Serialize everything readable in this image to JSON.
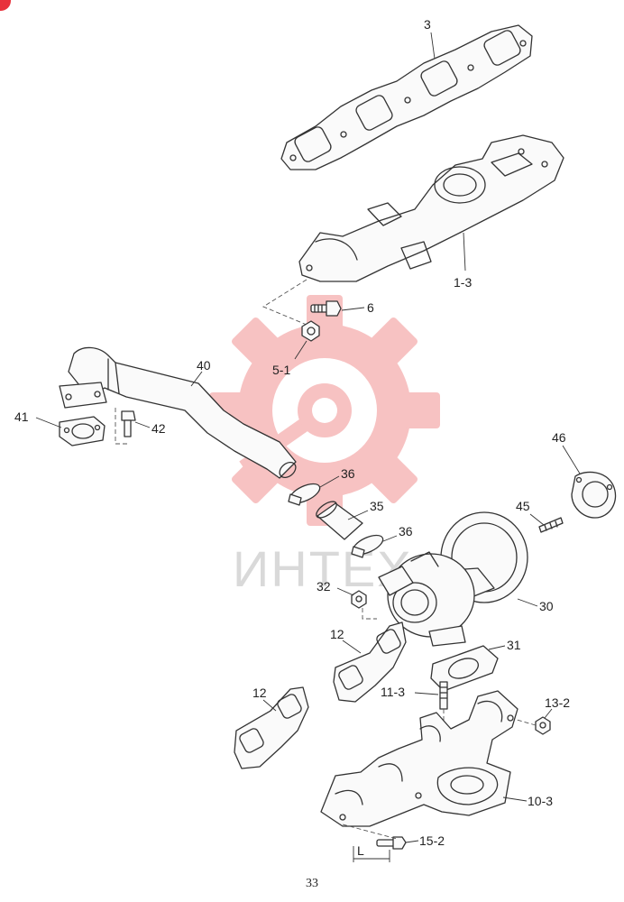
{
  "page": {
    "number": "33"
  },
  "watermark": {
    "text": "ИНТЕХ",
    "logo_color": "#f6b8b8",
    "text_color": "#d9d9d9"
  },
  "callouts": {
    "gasket_3": "3",
    "manifold_1_3": "1-3",
    "bolt_6": "6",
    "nut_5_1": "5-1",
    "pipe_40": "40",
    "gasket_41": "41",
    "bolt_42": "42",
    "clamp_36_upper": "36",
    "hose_35": "35",
    "clamp_36_lower": "36",
    "gasket_46": "46",
    "stud_45": "45",
    "nut_32": "32",
    "turbo_30": "30",
    "gasket_12_right": "12",
    "gasket_31": "31",
    "gasket_12_left": "12",
    "stud_11_3": "11-3",
    "nut_13_2": "13-2",
    "manifold_10_3": "10-3",
    "bolt_15_2": "15-2",
    "dimension_L": "L"
  },
  "colors": {
    "line": "#333333",
    "badge": "#e8323c"
  }
}
